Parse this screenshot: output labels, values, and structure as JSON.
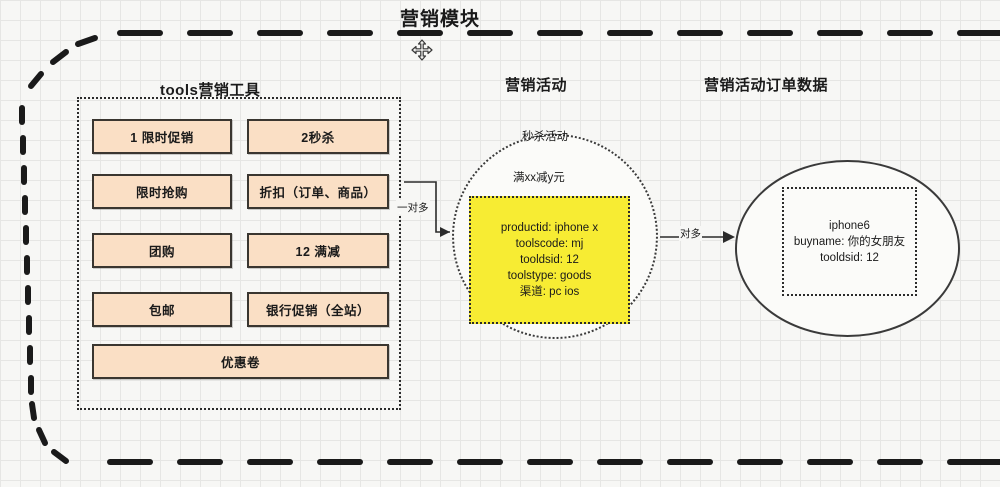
{
  "diagram": {
    "title": "营销模块",
    "cursor_icon": "move-cursor-icon",
    "sections": {
      "tools_header": "tools营销工具",
      "campaign_header": "营销活动",
      "order_header": "营销活动订单数据"
    },
    "tools": [
      {
        "label": "1 限时促销",
        "col": 0,
        "row": 0
      },
      {
        "label": "2秒杀",
        "col": 1,
        "row": 0
      },
      {
        "label": "限时抢购",
        "col": 0,
        "row": 1
      },
      {
        "label": "折扣（订单、商品）",
        "col": 1,
        "row": 1
      },
      {
        "label": "团购",
        "col": 0,
        "row": 2
      },
      {
        "label": "12 满减",
        "col": 1,
        "row": 2
      },
      {
        "label": "包邮",
        "col": 0,
        "row": 3
      },
      {
        "label": "银行促销（全站）",
        "col": 1,
        "row": 3
      },
      {
        "label": "优惠卷",
        "col": 0,
        "row": 4,
        "full_width": true
      }
    ],
    "campaign": {
      "ellipse_label_top": "秒杀活动",
      "ellipse_label_inner": "满xx减y元",
      "detail_lines": [
        "productid: iphone x",
        "toolscode: mj",
        "tooldsid: 12",
        "toolstype: goods",
        "渠道: pc ios"
      ]
    },
    "order": {
      "detail_lines": [
        "iphone6",
        "buyname: 你的女朋友",
        "tooldsid: 12"
      ]
    },
    "relations": [
      {
        "label": "一对多",
        "from": "tools",
        "to": "campaign"
      },
      {
        "label": "对多",
        "from": "campaign",
        "to": "order"
      }
    ],
    "colors": {
      "tool_fill": "#fadfc5",
      "tool_border": "#3a3630",
      "highlight_fill": "#f7ec33",
      "line": "#2b2b2b",
      "background": "#f7f7f5",
      "grid": "#e6e6e4"
    }
  }
}
